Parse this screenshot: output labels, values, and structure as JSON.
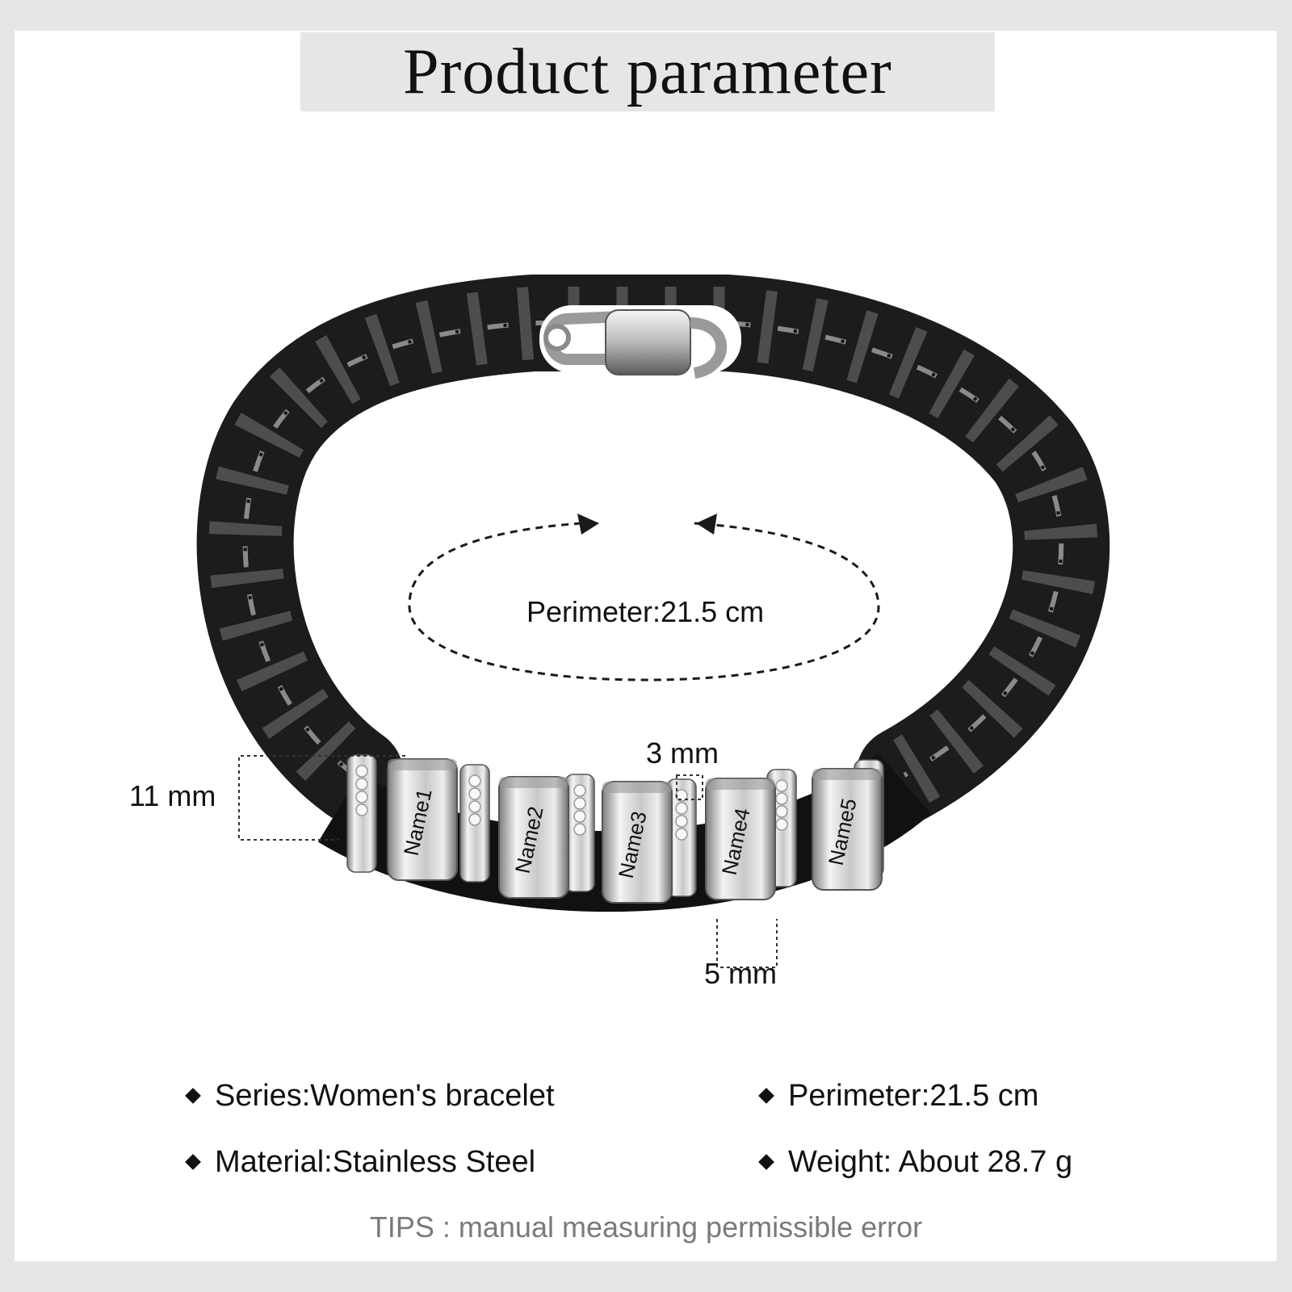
{
  "title": "Product parameter",
  "bracelet": {
    "beads": [
      "Name1",
      "Name2",
      "Name3",
      "Name4",
      "Name5"
    ],
    "colors": {
      "chain": "#1c1c1c",
      "chain_highlight": "#8a8a8a",
      "steel": "#c8c8c8",
      "steel_dark": "#7d7d7d"
    }
  },
  "dimensions": {
    "perimeter": "Perimeter:21.5 cm",
    "height": "11 mm",
    "spacer": "3 mm",
    "bead": "5 mm"
  },
  "specs": [
    {
      "label": "Series:Women's bracelet"
    },
    {
      "label": "Perimeter:21.5 cm"
    },
    {
      "label": "Material:Stainless Steel"
    },
    {
      "label": "Weight: About 28.7 g"
    }
  ],
  "tips": "TIPS : manual measuring permissible error"
}
